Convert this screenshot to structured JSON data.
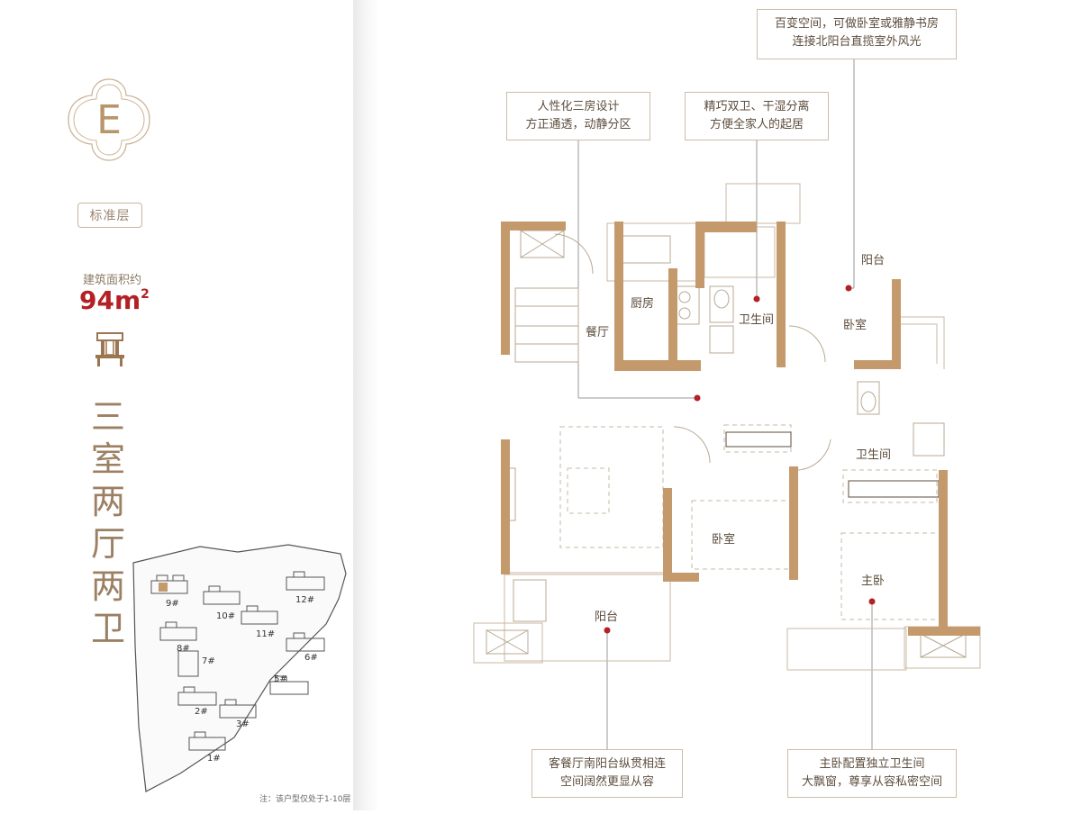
{
  "unit": {
    "letter": "E",
    "floor_tag": "标准层",
    "area_label": "建筑面积约",
    "area_value": "94m",
    "area_superscript": "2",
    "layout_title": [
      "三",
      "室",
      "两",
      "厅",
      "两",
      "卫"
    ]
  },
  "site_map": {
    "buildings": [
      "9#",
      "10#",
      "12#",
      "11#",
      "8#",
      "7#",
      "6#",
      "5#",
      "2#",
      "3#",
      "1#"
    ],
    "note": "注：该户型仅处于1-10层"
  },
  "callouts": {
    "top_right": [
      "百变空间，可做卧室或雅静书房",
      "连接北阳台直揽室外风光"
    ],
    "top_left": [
      "人性化三房设计",
      "方正通透，动静分区"
    ],
    "top_mid": [
      "精巧双卫、干湿分离",
      "方便全家人的起居"
    ],
    "bottom_left": [
      "客餐厅南阳台纵贯相连",
      "空间阔然更显从容"
    ],
    "bottom_right": [
      "主卧配置独立卫生间",
      "大飘窗，尊享从容私密空间"
    ]
  },
  "rooms": {
    "kitchen": "厨房",
    "dining": "餐厅",
    "bath_north": "卫生间",
    "balcony_north": "阳台",
    "bedroom_north": "卧室",
    "bath_east": "卫生间",
    "bedroom_middle": "卧室",
    "master_bedroom": "主卧",
    "balcony_south": "阳台"
  },
  "colors": {
    "wall": "#c49a6c",
    "accent_red": "#b32025",
    "line": "#c8b8a4"
  }
}
